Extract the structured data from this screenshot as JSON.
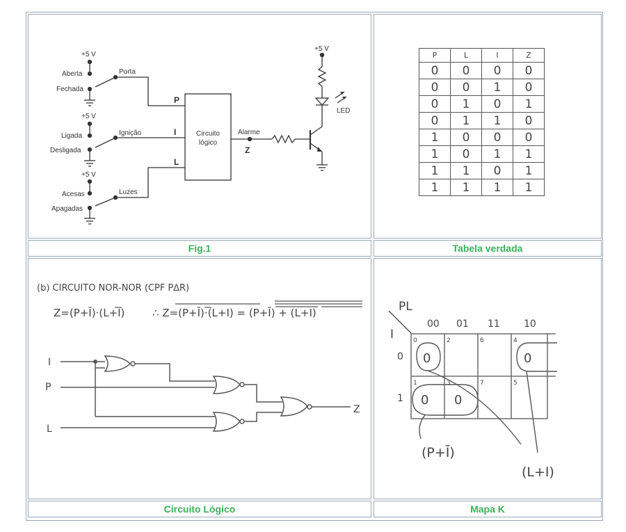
{
  "captions": {
    "fig1": "Fig.1",
    "tabela": "Tabela verdada",
    "circuito": "Circuito Lógico",
    "mapa": "Mapa K"
  },
  "fig1": {
    "supply1": "+5 V",
    "aberta": "Aberta",
    "fechada": "Fechada",
    "porta": "Porta",
    "supply2": "+5 V",
    "ligada": "Ligada",
    "desligada": "Desligada",
    "ignicao": "Ignição",
    "supply3": "+5 V",
    "acesas": "Acesas",
    "apagadas": "Apagadas",
    "luzes": "Luzes",
    "in_p": "P",
    "in_i": "I",
    "in_l": "L",
    "block_line1": "Circuito",
    "block_line2": "lógico",
    "alarme": "Alarme",
    "out_z": "Z",
    "supply_led": "+5 V",
    "led": "LED"
  },
  "truth_table": {
    "headers": [
      "P",
      "L",
      "I",
      "Z"
    ],
    "rows": [
      [
        "0",
        "0",
        "0",
        "0"
      ],
      [
        "0",
        "0",
        "1",
        "0"
      ],
      [
        "0",
        "1",
        "0",
        "1"
      ],
      [
        "0",
        "1",
        "1",
        "0"
      ],
      [
        "1",
        "0",
        "0",
        "0"
      ],
      [
        "1",
        "0",
        "1",
        "1"
      ],
      [
        "1",
        "1",
        "0",
        "1"
      ],
      [
        "1",
        "1",
        "1",
        "1"
      ]
    ]
  },
  "circuit": {
    "heading": "(b) CIRCUITO NOR-NOR (CPF P∆R)",
    "eq_part1": "Z=(P+Ī)·(L+I)",
    "eq_part2": "∴ Z=(P+Ī)·(L+I) = (P+Ī) + (L+I)",
    "in_i": "I",
    "in_p": "P",
    "in_l": "L",
    "out_z": "Z"
  },
  "kmap": {
    "row_var": "I",
    "col_var": "PL",
    "col_headers": [
      "00",
      "01",
      "11",
      "10"
    ],
    "row_headers": [
      "0",
      "1"
    ],
    "cell_indices": [
      [
        "0",
        "2",
        "6",
        "4"
      ],
      [
        "1",
        "3",
        "7",
        "5"
      ]
    ],
    "cell_values": [
      [
        "0",
        "",
        "",
        "0"
      ],
      [
        "0",
        "0",
        "",
        ""
      ]
    ],
    "term1": "(P+Ī)",
    "term2": "(L+I)"
  }
}
